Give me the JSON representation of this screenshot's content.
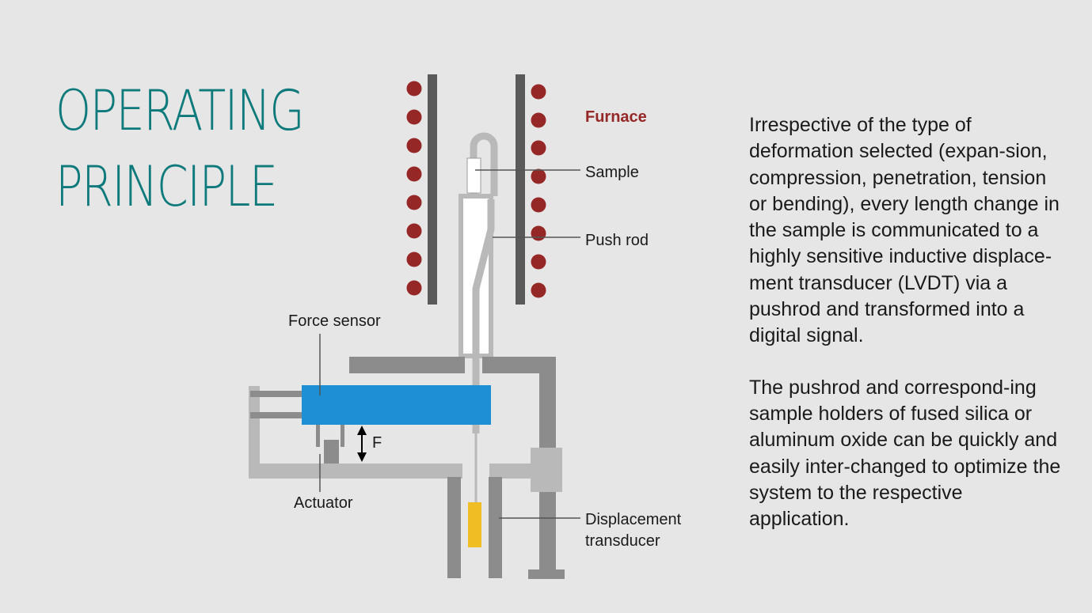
{
  "title": {
    "line1": "OPERATING",
    "line2": "PRINCIPLE"
  },
  "labels": {
    "furnace": "Furnace",
    "sample": "Sample",
    "push_rod": "Push rod",
    "force_sensor": "Force sensor",
    "force": "F",
    "actuator": "Actuator",
    "displacement_line1": "Displacement",
    "displacement_line2": "transducer"
  },
  "paragraphs": [
    "Irrespective of the type of deformation selected (expan-sion, compression, penetration, tension or bending), every length change in the sample is communicated to a highly sensitive inductive displace-ment transducer (LVDT) via a pushrod and transformed into a digital signal.",
    "The pushrod and correspond-ing sample holders of fused silica or aluminum oxide can be quickly and easily inter-changed to optimize the system to the respective application."
  ],
  "colors": {
    "title": "#0e7a7b",
    "furnace_label": "#952826",
    "heating_coil": "#952826",
    "furnace_wall": "#5a5a5a",
    "frame": "#b9b9b9",
    "frame_dark": "#8c8c8c",
    "force_sensor": "#1e8fd5",
    "transducer_core": "#f0bd22",
    "text": "#1a1a1a",
    "leader": "#555555"
  }
}
